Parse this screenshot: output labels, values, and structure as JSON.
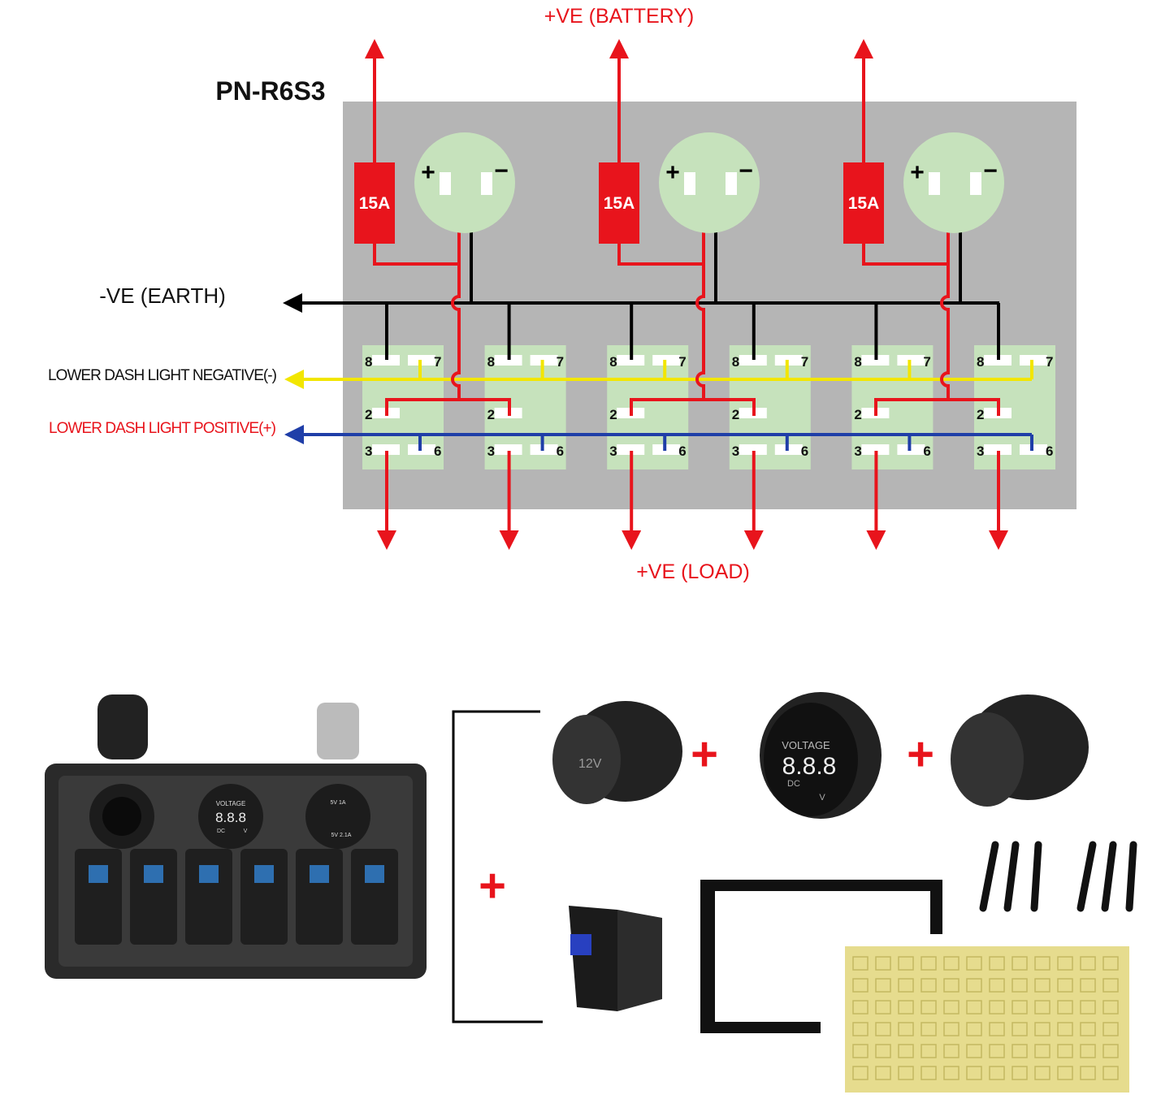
{
  "diagram": {
    "model": "PN-R6S3",
    "battery_label": "+VE (BATTERY)",
    "load_label": "+VE (LOAD)",
    "earth_label": "-VE (EARTH)",
    "neg_label": "LOWER DASH LIGHT NEGATIVE(-)",
    "pos_label": "LOWER DASH LIGHT POSITIVE(+)",
    "fuse_label": "15A",
    "meter_plus": "+",
    "meter_minus": "−",
    "pins": {
      "p8": "8",
      "p7": "7",
      "p2": "2",
      "p3": "3",
      "p6": "6"
    },
    "groups": 3,
    "switches": 6,
    "colors": {
      "positive": "#e8141c",
      "earth": "#000000",
      "neg_light": "#f2e600",
      "pos_light": "#1f3ea8",
      "panel": "#b5b5b5",
      "switch": "#c6e2bc"
    }
  },
  "products": {
    "panel_voltmeter": {
      "title": "VOLTAGE",
      "digits": "8.8.8",
      "dc": "DC",
      "unit": "V"
    },
    "panel_usb": {
      "top": "5V  1A",
      "bottom": "5V  2.1A"
    },
    "socket_label": "12V",
    "plus": "+",
    "voltmeter": {
      "title": "VOLTAGE",
      "digits": "8.8.8",
      "dc": "DC",
      "unit": "V"
    }
  }
}
